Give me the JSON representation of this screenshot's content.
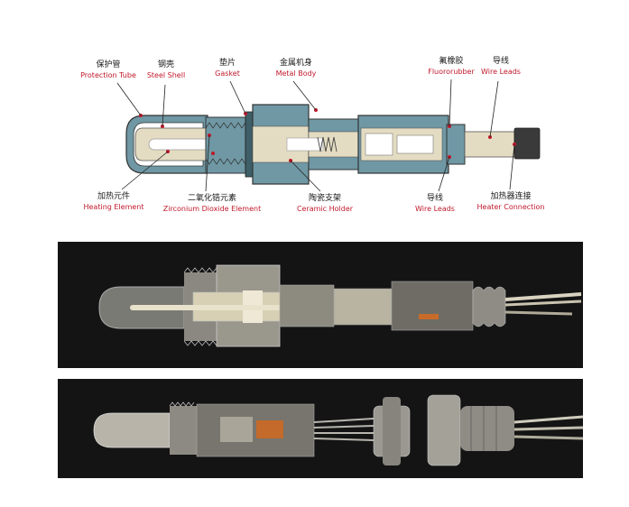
{
  "labels": {
    "protection_tube": {
      "zh": "保护管",
      "en": "Protection Tube"
    },
    "steel_shell": {
      "zh": "钢壳",
      "en": "Steel Shell"
    },
    "gasket": {
      "zh": "垫片",
      "en": "Gasket"
    },
    "metal_body": {
      "zh": "金属机身",
      "en": "Metal Body"
    },
    "fluororubber": {
      "zh": "氟橡胶",
      "en": "Fluororubber"
    },
    "wire_leads_top": {
      "zh": "导线",
      "en": "Wire Leads"
    },
    "heating_element": {
      "zh": "加热元件",
      "en": "Heating Element"
    },
    "zirconium_element": {
      "zh": "二氧化锆元素",
      "en": "Zirconium Dioxide Element"
    },
    "ceramic_holder": {
      "zh": "陶瓷支架",
      "en": "Ceramic Holder"
    },
    "wire_leads_bottom": {
      "zh": "导线",
      "en": "Wire Leads"
    },
    "heater_connection": {
      "zh": "加热器连接",
      "en": "Heater Connection"
    }
  },
  "colors": {
    "accent_red": "#c0182a",
    "shell_teal": "#6f98a4",
    "ceramic_cream": "#e4dcc2",
    "panel_bg": "#141414"
  }
}
